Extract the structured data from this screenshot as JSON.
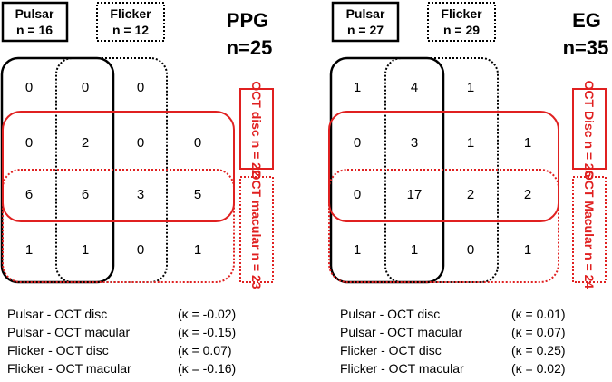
{
  "panels": [
    {
      "group": "PPG",
      "n_group": "n=25",
      "pulsar": {
        "name": "Pulsar",
        "n": "n = 16"
      },
      "flicker": {
        "name": "Flicker",
        "n": "n = 12"
      },
      "oct_disc": "OCT disc n = 22",
      "oct_macular": "OCT macular n = 23",
      "cells": [
        [
          "0",
          "0",
          "0",
          ""
        ],
        [
          "0",
          "2",
          "0",
          "0"
        ],
        [
          "6",
          "6",
          "3",
          "5"
        ],
        [
          "1",
          "1",
          "0",
          "1"
        ]
      ],
      "kappa": [
        {
          "label": "Pulsar - OCT disc",
          "value": "(κ = -0.02)"
        },
        {
          "label": "Pulsar - OCT macular",
          "value": "(κ = -0.15)"
        },
        {
          "label": "Flicker - OCT disc",
          "value": "(κ = 0.07)"
        },
        {
          "label": "Flicker - OCT macular",
          "value": "(κ = -0.16)"
        }
      ]
    },
    {
      "group": "EG",
      "n_group": "n=35",
      "pulsar": {
        "name": "Pulsar",
        "n": "n = 27"
      },
      "flicker": {
        "name": "Flicker",
        "n": "n = 29"
      },
      "oct_disc": "OCT Disc n = 26",
      "oct_macular": "OCT Macular n = 24",
      "cells": [
        [
          "1",
          "4",
          "1",
          ""
        ],
        [
          "0",
          "3",
          "1",
          "1"
        ],
        [
          "0",
          "17",
          "2",
          "2"
        ],
        [
          "1",
          "1",
          "0",
          "1"
        ]
      ],
      "kappa": [
        {
          "label": "Pulsar - OCT disc",
          "value": "(κ = 0.01)"
        },
        {
          "label": "Pulsar - OCT macular",
          "value": "(κ = 0.07)"
        },
        {
          "label": "Flicker - OCT disc",
          "value": "(κ = 0.25)"
        },
        {
          "label": "Flicker - OCT macular",
          "value": "(κ = 0.02)"
        }
      ]
    }
  ]
}
